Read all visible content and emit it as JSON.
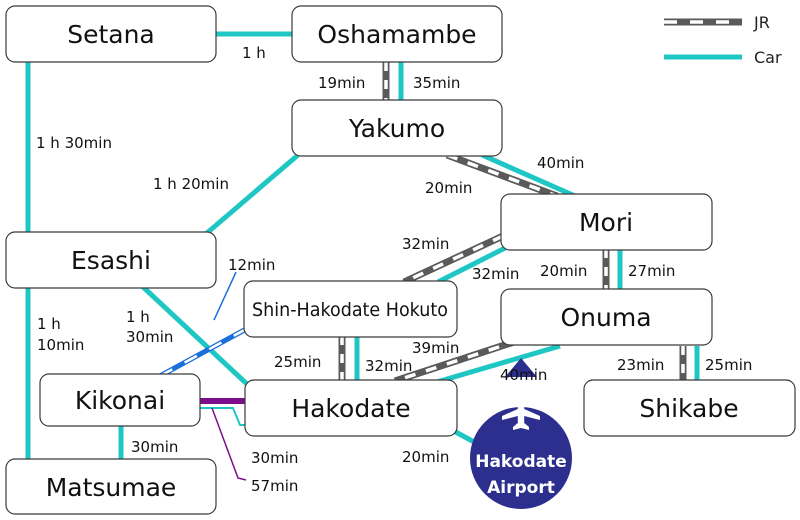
{
  "colors": {
    "car": "#1fc7c4",
    "jr_dark": "#5a5a5a",
    "jr_light": "#ffffff",
    "ferry_blue": "#1a6fdb",
    "shinkansen_purple": "#7d0f8c",
    "airport": "#2d2f8f",
    "node_border": "#3a3a3a"
  },
  "legend": {
    "jr_label": "JR",
    "car_label": "Car"
  },
  "places": {
    "setana": "Setana",
    "oshamambe": "Oshamambe",
    "yakumo": "Yakumo",
    "mori": "Mori",
    "esashi": "Esashi",
    "shin_hakodate_hokuto": "Shin-Hakodate Hokuto",
    "onuma": "Onuma",
    "kikonai": "Kikonai",
    "hakodate": "Hakodate",
    "shikabe": "Shikabe",
    "matsumae": "Matsumae"
  },
  "airport": {
    "line1": "Hakodate",
    "line2": "Airport",
    "icon": "airplane-icon"
  },
  "times": {
    "setana_oshamambe": "1 h",
    "setana_esashi": "1 h 30min",
    "oshamambe_yakumo_jr": "19min",
    "oshamambe_yakumo_car": "35min",
    "yakumo_esashi": "1 h 20min",
    "yakumo_mori_car": "40min",
    "yakumo_mori_jr": "20min",
    "mori_shin_jr": "32min",
    "mori_shin_car": "32min",
    "mori_onuma_jr": "20min",
    "mori_onuma_car": "27min",
    "esashi_shin": "12min",
    "esashi_hakodate_line1": "1 h",
    "esashi_hakodate_line2": "30min",
    "esashi_matsumae_line1": "1 h",
    "esashi_matsumae_line2": "10min",
    "shin_hakodate_jr": "25min",
    "shin_hakodate_car": "32min",
    "onuma_hakodate_jr": "39min",
    "onuma_hakodate_car": "40min",
    "onuma_shikabe_jr": "23min",
    "onuma_shikabe_car": "25min",
    "kikonai_matsumae": "30min",
    "kikonai_hakodate_car": "30min",
    "kikonai_hakodate_rail": "57min",
    "hakodate_airport": "20min"
  }
}
